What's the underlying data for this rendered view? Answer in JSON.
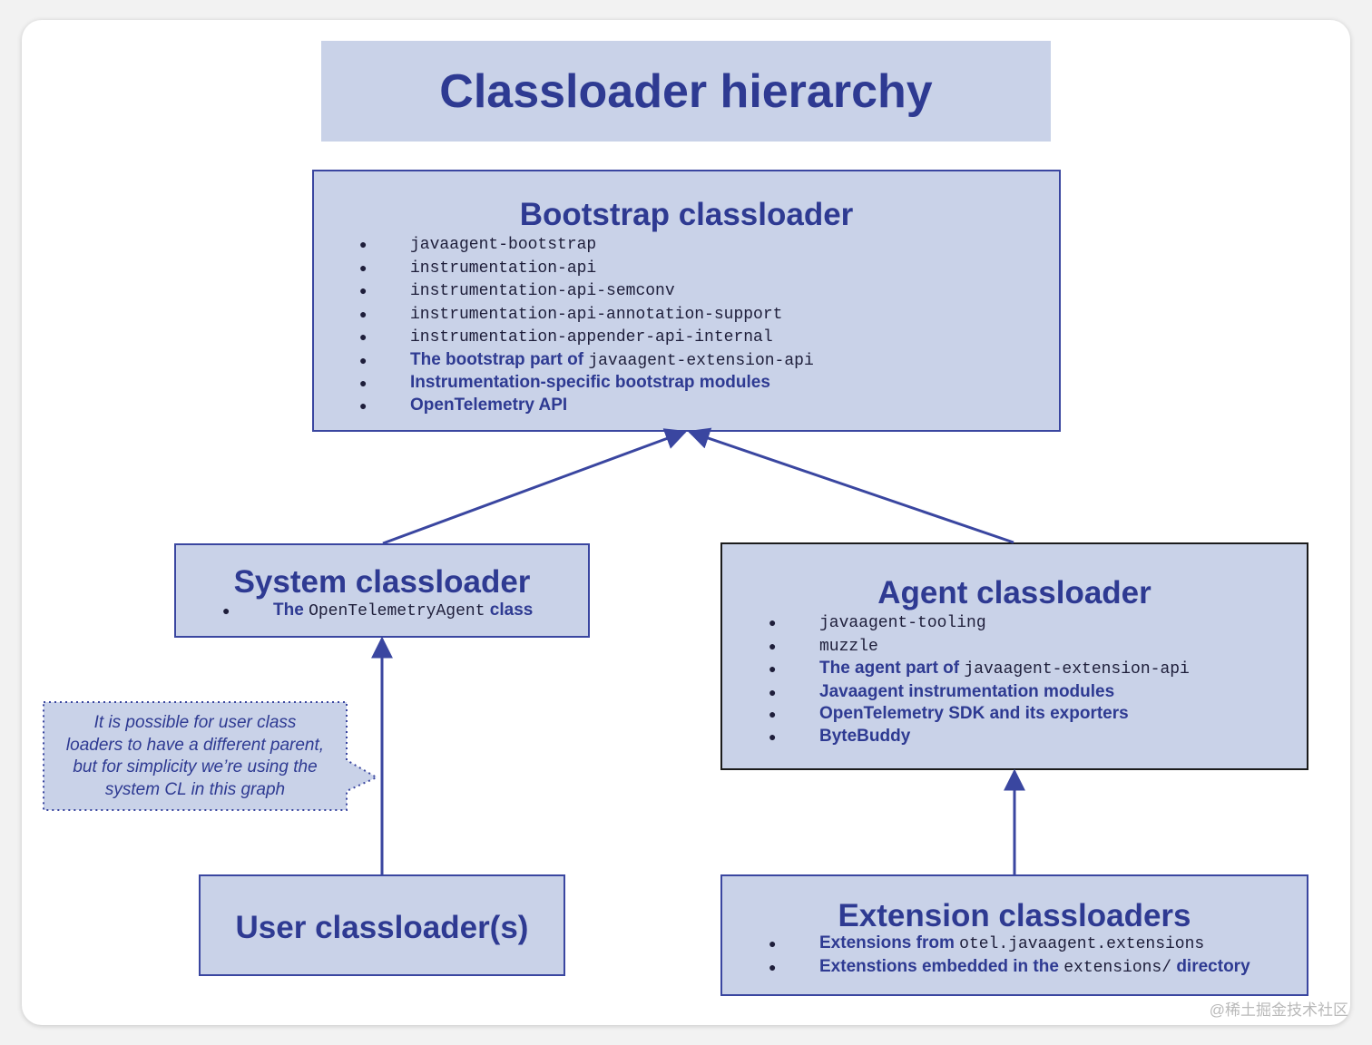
{
  "title": "Classloader hierarchy",
  "bootstrap": {
    "title": "Bootstrap classloader",
    "items": [
      {
        "parts": [
          {
            "t": "javaagent-bootstrap",
            "mono": true
          }
        ]
      },
      {
        "parts": [
          {
            "t": "instrumentation-api",
            "mono": true
          }
        ]
      },
      {
        "parts": [
          {
            "t": "instrumentation-api-semconv",
            "mono": true
          }
        ]
      },
      {
        "parts": [
          {
            "t": "instrumentation-api-annotation-support",
            "mono": true
          }
        ]
      },
      {
        "parts": [
          {
            "t": "instrumentation-appender-api-internal",
            "mono": true
          }
        ]
      },
      {
        "parts": [
          {
            "t": "The bootstrap part of ",
            "mono": false
          },
          {
            "t": "javaagent-extension-api",
            "mono": true
          }
        ]
      },
      {
        "parts": [
          {
            "t": "Instrumentation-specific bootstrap modules",
            "mono": false
          }
        ]
      },
      {
        "parts": [
          {
            "t": "OpenTelemetry API",
            "mono": false
          }
        ]
      }
    ]
  },
  "system": {
    "title": "System classloader",
    "items": [
      {
        "parts": [
          {
            "t": "The ",
            "mono": false
          },
          {
            "t": "OpenTelemetryAgent",
            "mono": true
          },
          {
            "t": " class",
            "mono": false
          }
        ]
      }
    ]
  },
  "agent": {
    "title": "Agent classloader",
    "items": [
      {
        "parts": [
          {
            "t": "javaagent-tooling",
            "mono": true
          }
        ]
      },
      {
        "parts": [
          {
            "t": "muzzle",
            "mono": true
          }
        ]
      },
      {
        "parts": [
          {
            "t": "The agent part of ",
            "mono": false
          },
          {
            "t": "javaagent-extension-api",
            "mono": true
          }
        ]
      },
      {
        "parts": [
          {
            "t": "Javaagent instrumentation modules",
            "mono": false
          }
        ]
      },
      {
        "parts": [
          {
            "t": "OpenTelemetry SDK and its exporters",
            "mono": false
          }
        ]
      },
      {
        "parts": [
          {
            "t": "ByteBuddy",
            "mono": false
          }
        ]
      }
    ]
  },
  "user": {
    "title": "User classloader(s)"
  },
  "extension": {
    "title": "Extension classloaders",
    "items": [
      {
        "parts": [
          {
            "t": "Extensions from ",
            "mono": false
          },
          {
            "t": "otel.javaagent.extensions",
            "mono": true
          }
        ]
      },
      {
        "parts": [
          {
            "t": "Extenstions embedded in the ",
            "mono": false
          },
          {
            "t": "extensions/",
            "mono": true
          },
          {
            "t": " directory",
            "mono": false
          }
        ]
      }
    ]
  },
  "note": {
    "lines": [
      "It is possible for user class",
      "loaders to have a different parent,",
      "but for simplicity we’re using the",
      "system CL in this graph"
    ]
  },
  "bullet_glyph": "●",
  "colors": {
    "box_fill": "#c9d2e8",
    "text": "#2e3a92",
    "arrow": "#3a46a0",
    "dark_border": "#1b1b1b"
  },
  "watermark": "@稀土掘金技术社区"
}
